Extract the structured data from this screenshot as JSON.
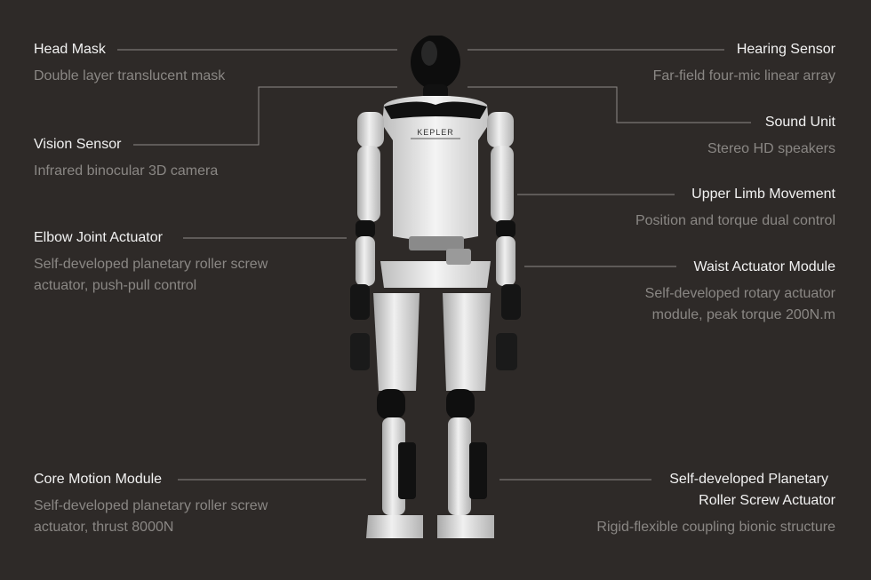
{
  "features": {
    "head_mask": {
      "title": "Head Mask",
      "desc": "Double layer translucent mask"
    },
    "vision_sensor": {
      "title": "Vision Sensor",
      "desc": "Infrared binocular 3D camera"
    },
    "elbow_joint": {
      "title": "Elbow Joint Actuator",
      "desc1": "Self-developed planetary roller screw",
      "desc2": "actuator,  push-pull control"
    },
    "core_motion": {
      "title": "Core Motion Module",
      "desc1": "Self-developed planetary roller screw",
      "desc2": "actuator,  thrust 8000N"
    },
    "hearing_sensor": {
      "title": "Hearing Sensor",
      "desc": "Far-field four-mic linear array"
    },
    "sound_unit": {
      "title": "Sound Unit",
      "desc": "Stereo HD speakers"
    },
    "upper_limb": {
      "title": "Upper Limb Movement",
      "desc": "Position and torque dual control"
    },
    "waist_actuator": {
      "title": "Waist Actuator Module",
      "desc1": "Self-developed rotary actuator",
      "desc2": "module,  peak torque 200N.m"
    },
    "planetary_roller": {
      "title1": "Self-developed Planetary",
      "title2": "Roller Screw Actuator",
      "desc": "Rigid-flexible coupling bionic structure"
    }
  },
  "robot": {
    "chest_logo": "KEPLER"
  },
  "colors": {
    "background": "#2e2a28",
    "title": "#f2f2f2",
    "desc": "#8a8784",
    "leader": "#8f8b88",
    "robot_body": "#e4e4e4",
    "robot_dark": "#111111"
  }
}
